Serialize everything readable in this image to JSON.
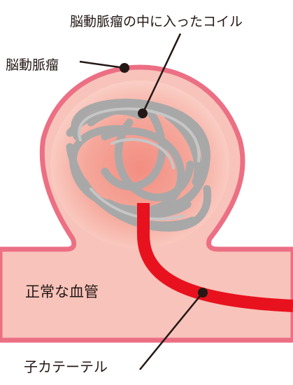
{
  "labels": {
    "coil": "脳動脈瘤の中に入ったコイル",
    "aneurysm": "脳動脈瘤",
    "vessel": "正常な血管",
    "catheter": "子カテーテル"
  },
  "colors": {
    "vessel_wall": "#ec6f84",
    "vessel_fill": "#f8c2b8",
    "aneurysm_inner": "#f28b7e",
    "coil": "#a6a6a6",
    "catheter": "#e8121e",
    "leader": "#231815"
  }
}
